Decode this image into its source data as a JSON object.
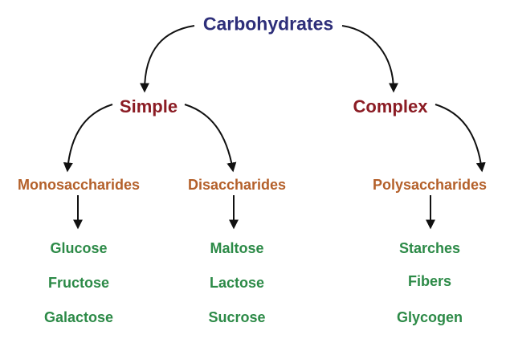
{
  "diagram": {
    "root": "Carbohydrates",
    "branches": {
      "simple": "Simple",
      "complex": "Complex"
    },
    "categories": {
      "mono": "Monosaccharides",
      "di": "Disaccharides",
      "poly": "Polysaccharides"
    },
    "examples": {
      "mono": [
        "Glucose",
        "Fructose",
        "Galactose"
      ],
      "di": [
        "Maltose",
        "Lactose",
        "Sucrose"
      ],
      "poly": [
        "Starches",
        "Fibers",
        "Glycogen"
      ]
    },
    "colors": {
      "root": "#2e2f7a",
      "branch": "#8b1c24",
      "category": "#b4602a",
      "leaf": "#2c8a47",
      "arrow": "#111111"
    }
  }
}
